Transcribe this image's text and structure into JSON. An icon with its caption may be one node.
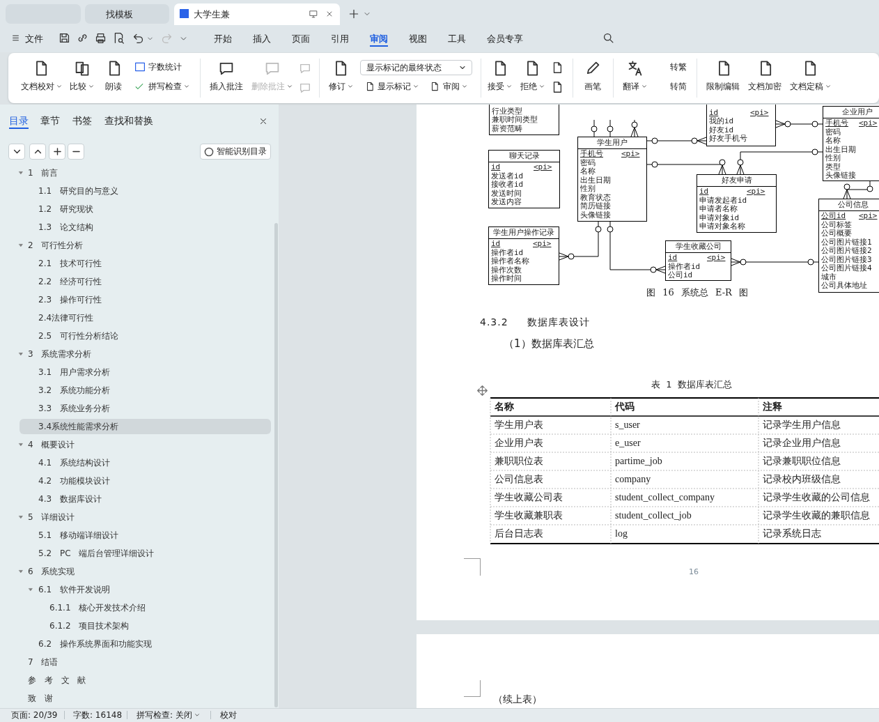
{
  "diagram": {
    "nodes": [
      {
        "text": [
          "行业类型",
          "兼职时间类型",
          "薪资范畴"
        ]
      },
      {
        "text": [
          "学生用户",
          "手机号",
          "<pi>",
          "密码",
          "名称",
          "出生日期",
          "性别",
          "教育状态",
          "简历链接",
          "头像链接"
        ]
      },
      {
        "text": [
          "id",
          "<pi>",
          "我的id",
          "好友id",
          "好友手机号"
        ]
      },
      {
        "text": [
          "企业用户",
          "手机号",
          "<pi>",
          "密码",
          "名称",
          "出生日期",
          "性别",
          "类型",
          "头像链接"
        ]
      },
      {
        "text": [
          "聊天记录",
          "id",
          "<pi>",
          "发送者id",
          "接收者id",
          "发送时间",
          "发送内容"
        ]
      },
      {
        "text": [
          "好友申请",
          "id",
          "<pi>",
          "申请发起者id",
          "申请者名称",
          "申请对象id",
          "申请对象名称"
        ]
      },
      {
        "text": [
          "公司信息",
          "公司id",
          "<pi>",
          "公司标签",
          "公司概要",
          "公司图片链接1",
          "公司图片链接2",
          "公司图片链接3",
          "公司图片链接4",
          "城市",
          "公司具体地址"
        ]
      },
      {
        "text": [
          "学生用户操作记录",
          "id",
          "<pi>",
          "操作者id",
          "操作者名称",
          "操作次数",
          "操作时间"
        ]
      },
      {
        "text": [
          "学生收藏公司",
          "id",
          "<pi>",
          "操作者id",
          "公司id"
        ]
      }
    ],
    "edges": [
      {
        "from": null,
        "to": 1,
        "arrow": "other"
      },
      {
        "from": null,
        "to": 1,
        "arrow": "other"
      },
      {
        "from": null,
        "to": 1,
        "arrow": "other"
      },
      {
        "from": 1,
        "to": 2,
        "arrow": "other"
      },
      {
        "from": 1,
        "to": 5,
        "arrow": "other"
      },
      {
        "from": 3,
        "to": 2,
        "arrow": "other"
      },
      {
        "from": 3,
        "to": 5,
        "arrow": "other"
      },
      {
        "from": 3,
        "to": 6,
        "arrow": "other"
      },
      {
        "from": 1,
        "to": 7,
        "arrow": "other"
      },
      {
        "from": 1,
        "to": 8,
        "arrow": "other"
      },
      {
        "from": 6,
        "to": 8,
        "arrow": "other"
      }
    ],
    "labels": [
      "找模板",
      "大学生兼",
      "文件",
      "开始",
      "插入",
      "页面",
      "引用",
      "审阅",
      "视图",
      "工具",
      "会员专享",
      "文档校对",
      "比较",
      "朗读",
      "字数统计",
      "拼写检查",
      "插入批注",
      "删除批注",
      "修订",
      "显示标记的最终状态",
      "显示标记",
      "审阅",
      "接受",
      "拒绝",
      "画笔",
      "转繁",
      "翻译",
      "转简",
      "限制编辑",
      "文档加密",
      "文档定稿",
      "目录",
      "章节",
      "书签",
      "查找和替换",
      "智能识别目录",
      "1 前言",
      "1.1 研究目的与意义",
      "1.2 研究现状",
      "1.3 论文结构",
      "2 可行性分析",
      "2.1 技术可行性",
      "2.2 经济可行性",
      "2.3 操作可行性",
      "2.4法律可行性",
      "2.5 可行性分析结论",
      "3 系统需求分析",
      "3.1 用户需求分析",
      "3.2 系统功能分析",
      "3.3 系统业务分析",
      "3.4系统性能需求分析",
      "4 概要设计",
      "4.1 系统结构设计",
      "4.2 功能模块设计",
      "4.3 数据库设计",
      "5 详细设计",
      "5.1 移动端详细设计",
      "5.2 PC 端后台管理详细设计",
      "6 系统实现",
      "6.1 软件开发说明",
      "6.1.1 核心开发技术介绍",
      "6.1.2 项目技术架构",
      "6.2 操作系统界面和功能实现",
      "7 结语",
      "参 考 文 献",
      "致 谢",
      "图 16 系统总 E-R 图",
      "4.3.2 数据库表设计",
      "（1）数据库表汇总",
      "表 1 数据库表汇总",
      "名称",
      "代码",
      "注释",
      "学生用户表",
      "s_user",
      "记录学生用户信息",
      "企业用户表",
      "e_user",
      "记录企业用户信息",
      "兼职职位表",
      "partime_job",
      "记录兼职职位信息",
      "公司信息表",
      "company",
      "记录校内班级信息",
      "学生收藏公司表",
      "student_collect_company",
      "记录学生收藏的公司信息",
      "学生收藏兼职表",
      "student_collect_job",
      "记录学生收藏的兼职信息",
      "后台日志表",
      "log",
      "记录系统日志",
      "16",
      "（续上表）",
      "页面: 20/39",
      "字数: 16148",
      "拼写检查: 关闭",
      "校对"
    ]
  }
}
